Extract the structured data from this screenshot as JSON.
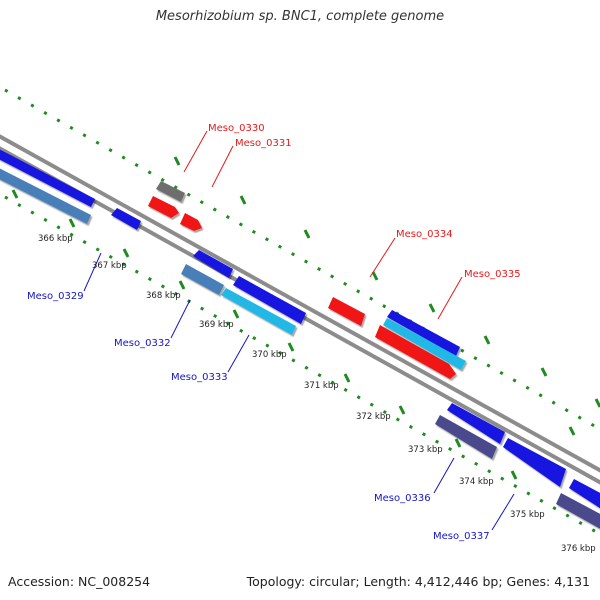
{
  "title": "Mesorhizobium sp. BNC1, complete genome",
  "footer": {
    "accession": "Accession: NC_008254",
    "summary": "Topology: circular; Length: 4,412,446 bp; Genes: 4,131"
  },
  "colors": {
    "backbone": "#8c8c8c",
    "tick": "#1f8a1f",
    "label_forward": "#e41a1c",
    "label_reverse": "#1515c8",
    "blue": "#1212e0",
    "steel": "#4a7fb8",
    "cyan": "#21b8e6",
    "red": "#f01414",
    "gray": "#6e6e6e",
    "navy": "#4a4a8c"
  },
  "ticks": [
    "366 kbp",
    "367 kbp",
    "368 kbp",
    "369 kbp",
    "370 kbp",
    "371 kbp",
    "372 kbp",
    "373 kbp",
    "374 kbp",
    "375 kbp",
    "376 kbp"
  ],
  "forward_labels": [
    "Meso_0330",
    "Meso_0331",
    "Meso_0334",
    "Meso_0335"
  ],
  "reverse_labels": [
    "Meso_0329",
    "Meso_0332",
    "Meso_0333",
    "Meso_0336",
    "Meso_0337"
  ]
}
